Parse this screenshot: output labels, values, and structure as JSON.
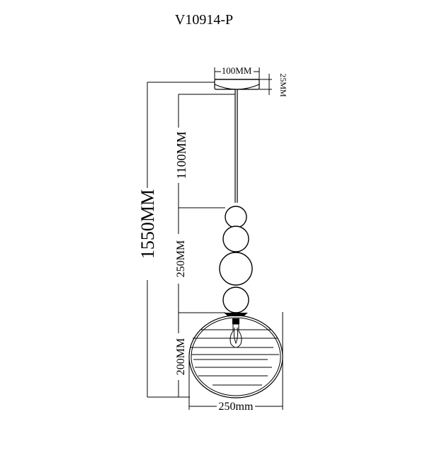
{
  "title": "V10914-P",
  "dimensions": {
    "canopy_width": "100MM",
    "canopy_height": "25MM",
    "total_height": "1550MM",
    "cable_length": "1100MM",
    "beads_height": "250MM",
    "shade_height": "200MM",
    "shade_width": "250mm"
  }
}
